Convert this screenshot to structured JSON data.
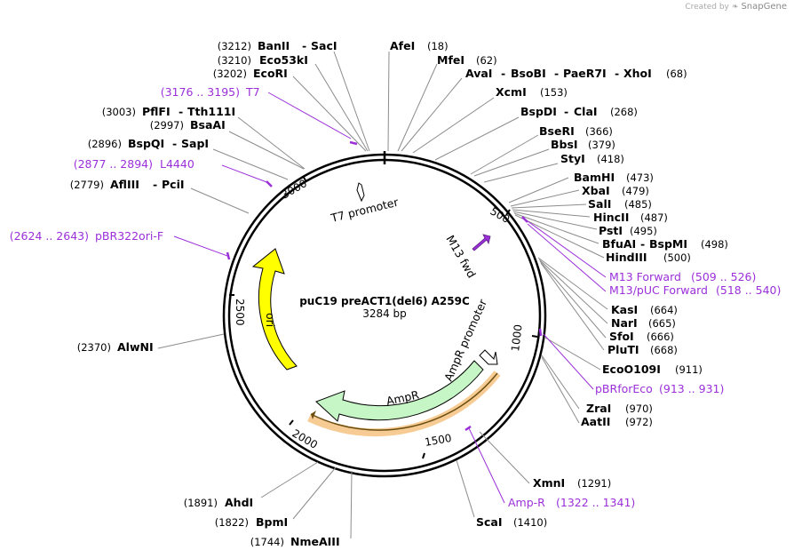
{
  "brand": {
    "created_by": "Created by",
    "name": "SnapGene"
  },
  "plasmid": {
    "name": "puC19 preACT1(del6) A259C",
    "length_label": "3284 bp"
  },
  "ruler_ticks": [
    "500",
    "1000",
    "1500",
    "2000",
    "2500",
    "3000"
  ],
  "sites_left": [
    {
      "id": "banII",
      "pos": "(3212)",
      "names": [
        "BanII",
        "SacI"
      ]
    },
    {
      "id": "eco53ki",
      "pos": "(3210)",
      "names": [
        "Eco53kI"
      ]
    },
    {
      "id": "ecori",
      "pos": "(3202)",
      "names": [
        "EcoRI"
      ]
    },
    {
      "id": "pflfi",
      "pos": "(3003)",
      "names": [
        "PflFI",
        "Tth111I"
      ]
    },
    {
      "id": "bsaai",
      "pos": "(2997)",
      "names": [
        "BsaAI"
      ]
    },
    {
      "id": "bspqi",
      "pos": "(2896)",
      "names": [
        "BspQI",
        "SapI"
      ]
    },
    {
      "id": "aflIII",
      "pos": "(2779)",
      "names": [
        "AflIII",
        "PciI"
      ]
    },
    {
      "id": "alwni",
      "pos": "(2370)",
      "names": [
        "AlwNI"
      ]
    },
    {
      "id": "ahdi",
      "pos": "(1891)",
      "names": [
        "AhdI"
      ]
    },
    {
      "id": "bpmi",
      "pos": "(1822)",
      "names": [
        "BpmI"
      ]
    },
    {
      "id": "nmeaiii",
      "pos": "(1744)",
      "names": [
        "NmeAIII"
      ]
    }
  ],
  "sites_right": [
    {
      "id": "afei",
      "pos": "(18)",
      "names": [
        "AfeI"
      ]
    },
    {
      "id": "mfei",
      "pos": "(62)",
      "names": [
        "MfeI"
      ]
    },
    {
      "id": "avai",
      "pos": "(68)",
      "names": [
        "AvaI",
        "BsoBI",
        "PaeR7I",
        "XhoI"
      ]
    },
    {
      "id": "xcmi",
      "pos": "(153)",
      "names": [
        "XcmI"
      ]
    },
    {
      "id": "bspdi",
      "pos": "(268)",
      "names": [
        "BspDI",
        "ClaI"
      ]
    },
    {
      "id": "bseri",
      "pos": "(366)",
      "names": [
        "BseRI"
      ]
    },
    {
      "id": "bbsi",
      "pos": "(379)",
      "names": [
        "BbsI"
      ]
    },
    {
      "id": "styi",
      "pos": "(418)",
      "names": [
        "StyI"
      ]
    },
    {
      "id": "bamhi",
      "pos": "(473)",
      "names": [
        "BamHI"
      ]
    },
    {
      "id": "xbai",
      "pos": "(479)",
      "names": [
        "XbaI"
      ]
    },
    {
      "id": "sali",
      "pos": "(485)",
      "names": [
        "SalI"
      ]
    },
    {
      "id": "hincii",
      "pos": "(487)",
      "names": [
        "HincII"
      ]
    },
    {
      "id": "psti",
      "pos": "(495)",
      "names": [
        "PstI"
      ]
    },
    {
      "id": "bfuai",
      "pos": "(498)",
      "names": [
        "BfuAI",
        "BspMI"
      ]
    },
    {
      "id": "hindiii",
      "pos": "(500)",
      "names": [
        "HindIII"
      ]
    },
    {
      "id": "kasi",
      "pos": "(664)",
      "names": [
        "KasI"
      ]
    },
    {
      "id": "nari",
      "pos": "(665)",
      "names": [
        "NarI"
      ]
    },
    {
      "id": "sfoi",
      "pos": "(666)",
      "names": [
        "SfoI"
      ]
    },
    {
      "id": "pluti",
      "pos": "(668)",
      "names": [
        "PluTI"
      ]
    },
    {
      "id": "ecoo109i",
      "pos": "(911)",
      "names": [
        "EcoO109I"
      ]
    },
    {
      "id": "zrai",
      "pos": "(970)",
      "names": [
        "ZraI"
      ]
    },
    {
      "id": "aatii",
      "pos": "(972)",
      "names": [
        "AatII"
      ]
    },
    {
      "id": "xmni",
      "pos": "(1291)",
      "names": [
        "XmnI"
      ]
    },
    {
      "id": "scai",
      "pos": "(1410)",
      "names": [
        "ScaI"
      ]
    }
  ],
  "primers": [
    {
      "id": "t7",
      "name": "T7",
      "range": "(3176 .. 3195)"
    },
    {
      "id": "l4440",
      "name": "L4440",
      "range": "(2877 .. 2894)"
    },
    {
      "id": "pbr322ori",
      "name": "pBR322ori-F",
      "range": "(2624 .. 2643)"
    },
    {
      "id": "m13fwd",
      "name": "M13 Forward",
      "range": "(509 .. 526)"
    },
    {
      "id": "m13puc",
      "name": "M13/pUC Forward",
      "range": "(518 .. 540)"
    },
    {
      "id": "pbrforeco",
      "name": "pBRforEco",
      "range": "(913 .. 931)"
    },
    {
      "id": "ampr_primer",
      "name": "Amp-R",
      "range": "(1322 .. 1341)"
    }
  ],
  "features": {
    "t7_promoter": "T7 promoter",
    "m13_fwd": "M13 fwd",
    "ampr_promoter": "AmpR promoter",
    "ampr": "AmpR",
    "ori": "ori"
  },
  "colors": {
    "enzyme_text": "#000000",
    "primer": "#9b30d9",
    "ori": "#ffff00",
    "ampr": "#c6f5c6",
    "ampr_highlight": "#f0a33c",
    "m13": "#9b30d9",
    "backbone": "#000000",
    "leader": "#8c8c8c"
  }
}
